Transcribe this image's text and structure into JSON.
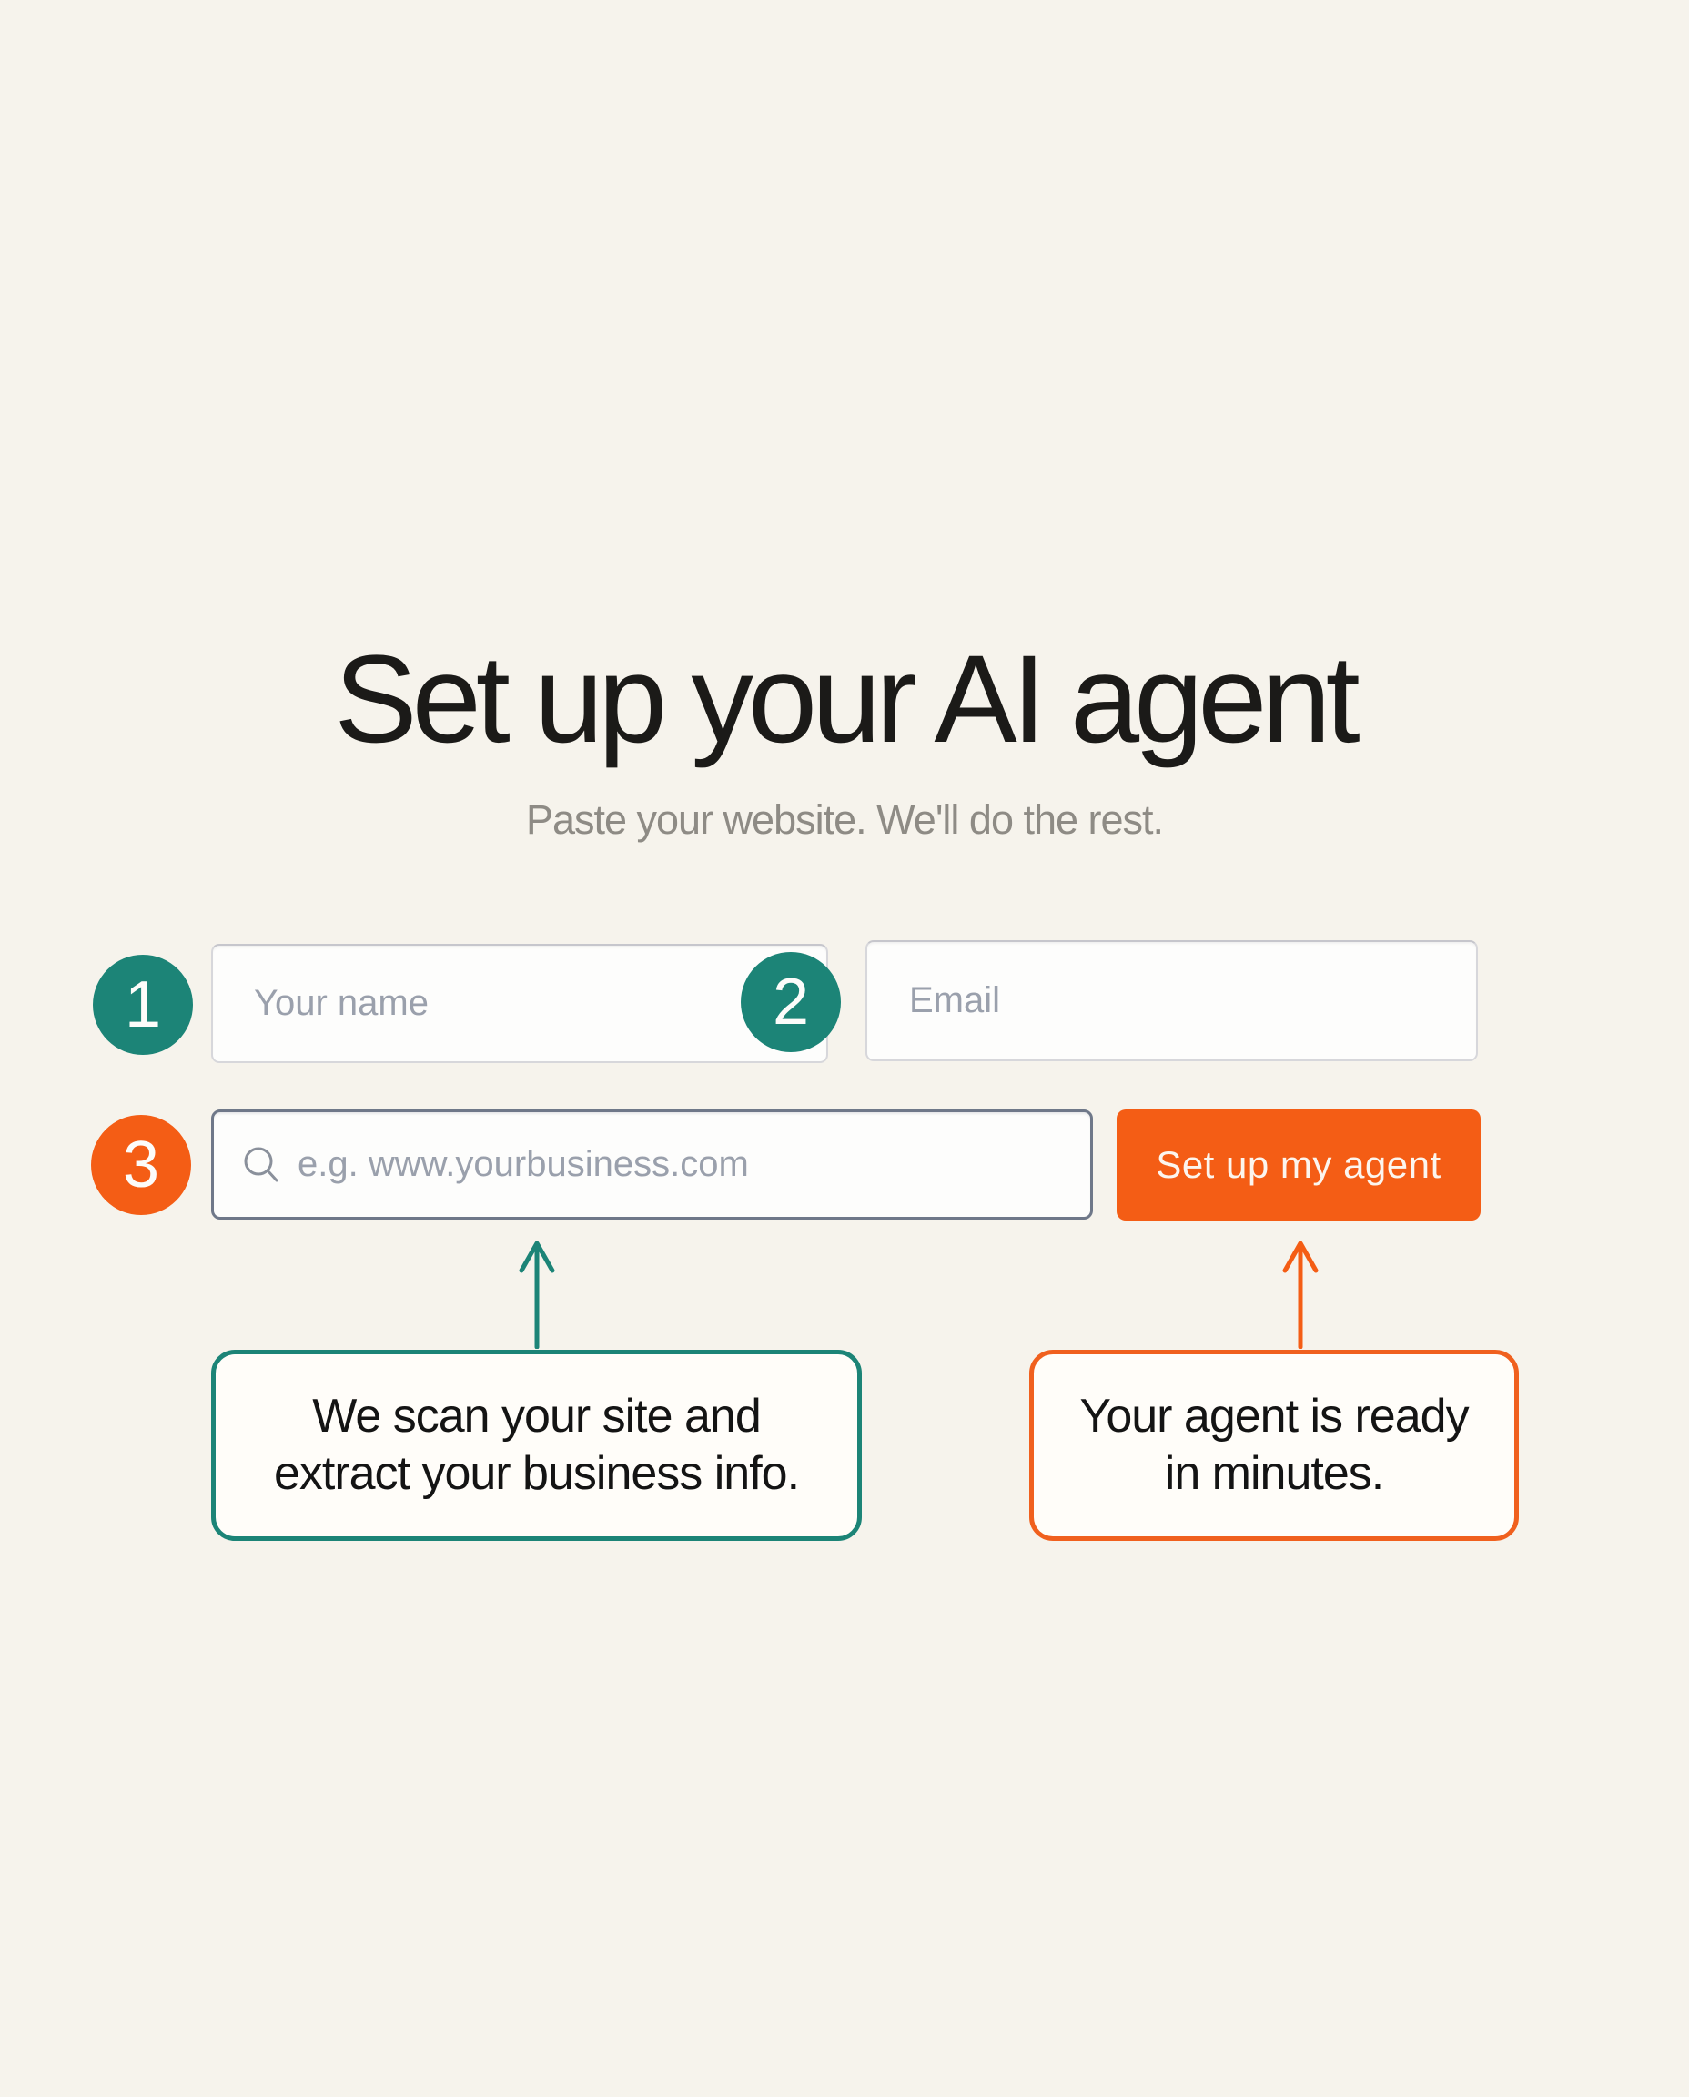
{
  "page_background": "#f6f3ec",
  "header": {
    "title": "Set up your AI agent",
    "subtitle": "Paste your website. We'll do the rest."
  },
  "steps": [
    {
      "number": "1",
      "color": "#1c8477"
    },
    {
      "number": "2",
      "color": "#1c8477"
    },
    {
      "number": "3",
      "color": "#f45d15"
    }
  ],
  "form": {
    "name_field": {
      "placeholder": "Your name"
    },
    "email_field": {
      "placeholder": "Email"
    },
    "website_field": {
      "placeholder": "e.g. www.yourbusiness.com",
      "icon": "search-icon"
    },
    "submit_button": {
      "label": "Set up my agent",
      "color": "#f45d15"
    }
  },
  "callouts": {
    "scan": {
      "line1": "We scan your site and",
      "line2": "extract your business info.",
      "color": "#1c8477"
    },
    "ready": {
      "line1": "Your agent is ready",
      "line2": "in minutes.",
      "color": "#f45d15"
    }
  }
}
